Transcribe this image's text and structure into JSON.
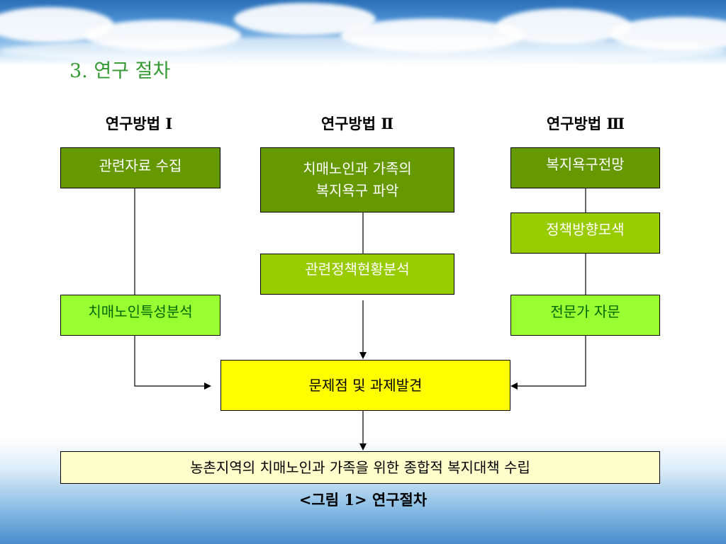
{
  "slide_title": "3. 연구 절차",
  "columns": {
    "col1_header": "연구방법 Ⅰ",
    "col2_header": "연구방법 Ⅱ",
    "col3_header": "연구방법 Ⅲ"
  },
  "boxes": {
    "col1_step1": "관련자료 수집",
    "col1_step2": "치매노인특성분석",
    "col2_step1_line1": "치매노인과 가족의",
    "col2_step1_line2": "복지욕구 파악",
    "col2_step2": "관련정책현황분석",
    "col3_step1": "복지욕구전망",
    "col3_step2": "정책방향모색",
    "col3_step3": "전문가 자문",
    "merge": "문제점 및 과제발견",
    "final": "농촌지역의 치매노인과 가족을 위한 종합적 복지대책 수립"
  },
  "caption": "<그림 1> 연구절차",
  "colors": {
    "dark_green": "#669900",
    "light_green": "#99cc00",
    "lime": "#99ff33",
    "yellow": "#ffff00",
    "pale_yellow": "#ffffcc",
    "title_green": "#339933"
  }
}
